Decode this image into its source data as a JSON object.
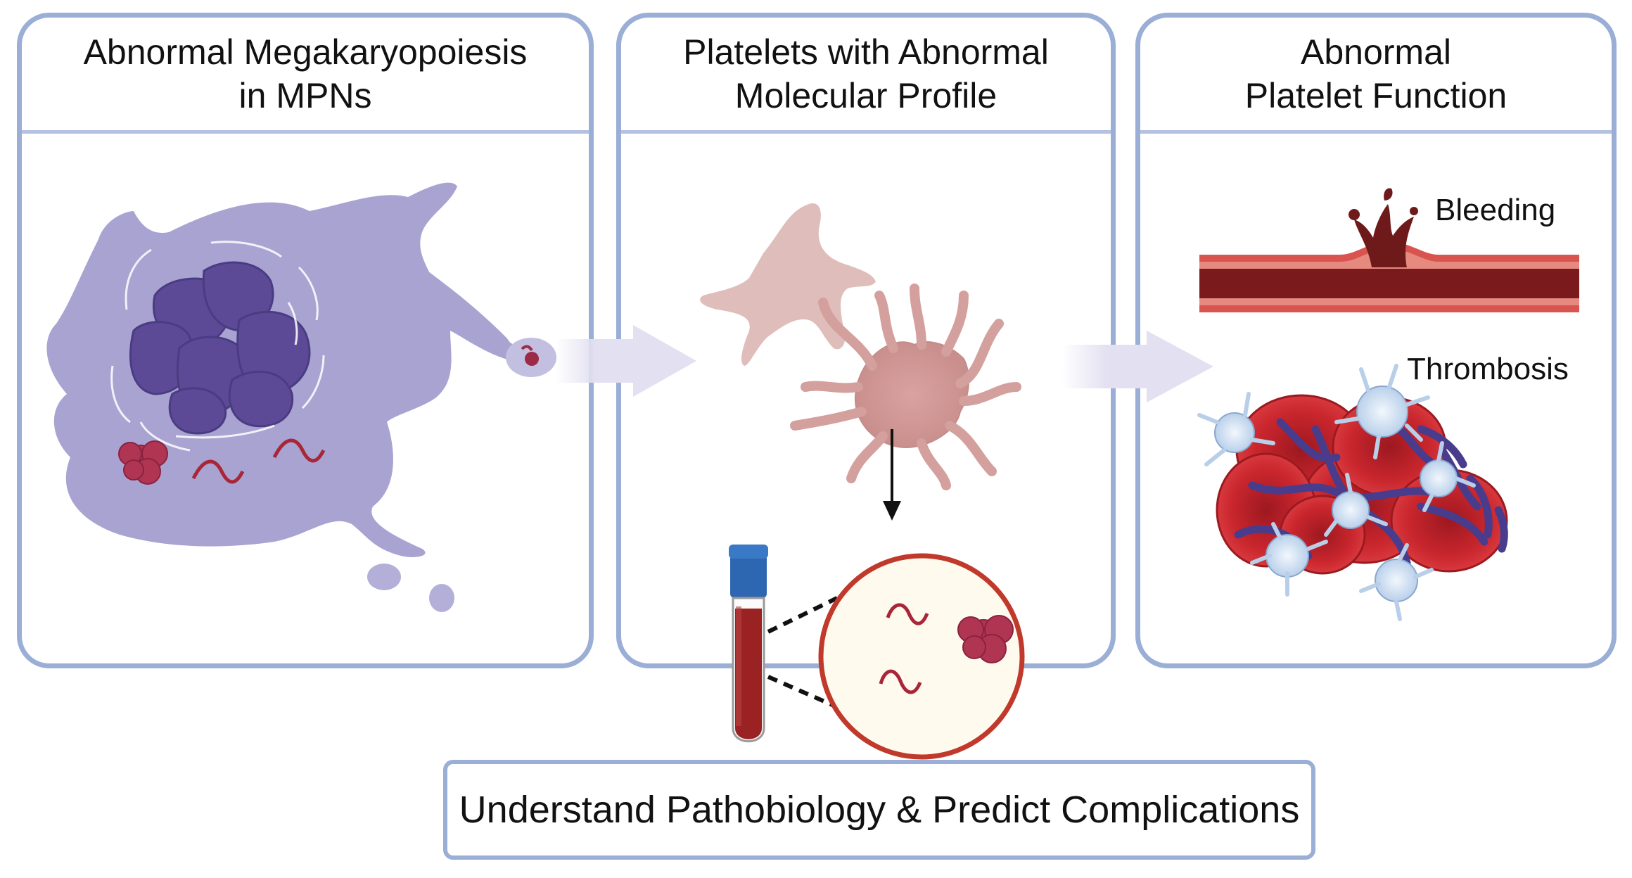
{
  "panels": [
    {
      "title": "Abnormal Megakaryopoiesis\nin MPNs"
    },
    {
      "title": "Platelets with Abnormal\nMolecular Profile"
    },
    {
      "title": "Abnormal\nPlatelet Function"
    }
  ],
  "labels": {
    "bleeding": "Bleeding",
    "thrombosis": "Thrombosis"
  },
  "footer": {
    "text": "Understand Pathobiology & Predict Complications"
  },
  "colors": {
    "panel_border": "#9aaed6",
    "megakaryocyte": "#a8a3d1",
    "nucleus": "#5c4a96",
    "platelet": "#d9a9a6",
    "blood": "#8a1c1c",
    "red_cell": "#c9262d",
    "activated_platelet": "#c9dcf0",
    "arrow": "#e2e0f1"
  }
}
